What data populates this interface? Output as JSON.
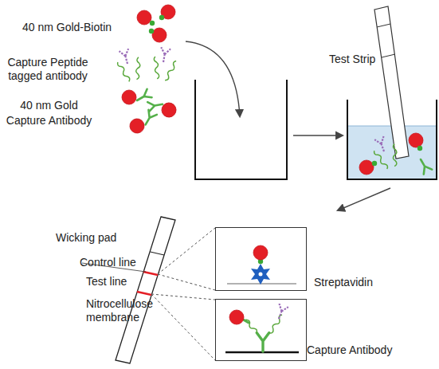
{
  "diagram": {
    "nodes": [
      {
        "text": [
          "Streptavidin"
        ]
      },
      {
        "text": [
          "Capture Antibody"
        ]
      }
    ],
    "labels": [
      "40 nm Gold-Biotin",
      "Capture Peptide tagged antibody",
      "40 nm Gold Capture Antibody",
      "Test Strip",
      "Wicking pad",
      "Control line",
      "Test line",
      "Nitrocellulose membrane"
    ]
  }
}
